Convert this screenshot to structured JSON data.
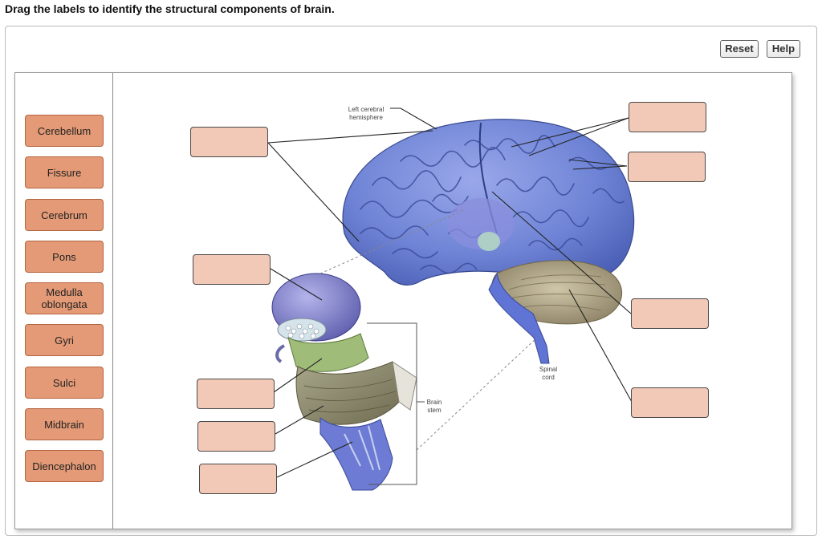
{
  "instructions": "Drag the labels to identify the structural components of brain.",
  "buttons": {
    "reset": "Reset",
    "help": "Help"
  },
  "label_bank": [
    "Cerebellum",
    "Fissure",
    "Cerebrum",
    "Pons",
    "Medulla\noblongata",
    "Gyri",
    "Sulci",
    "Midbrain",
    "Diencephalon"
  ],
  "figure": {
    "left_hemisphere_label": [
      "Left cerebral",
      "hemisphere"
    ],
    "spinal_cord_label": [
      "Spinal",
      "cord"
    ],
    "brain_stem_label": [
      "Brain",
      "stem"
    ]
  },
  "colors": {
    "label_fill": "#e49a76",
    "drop_fill": "#f2c8b6",
    "brain_blue": "#6f84d6"
  }
}
